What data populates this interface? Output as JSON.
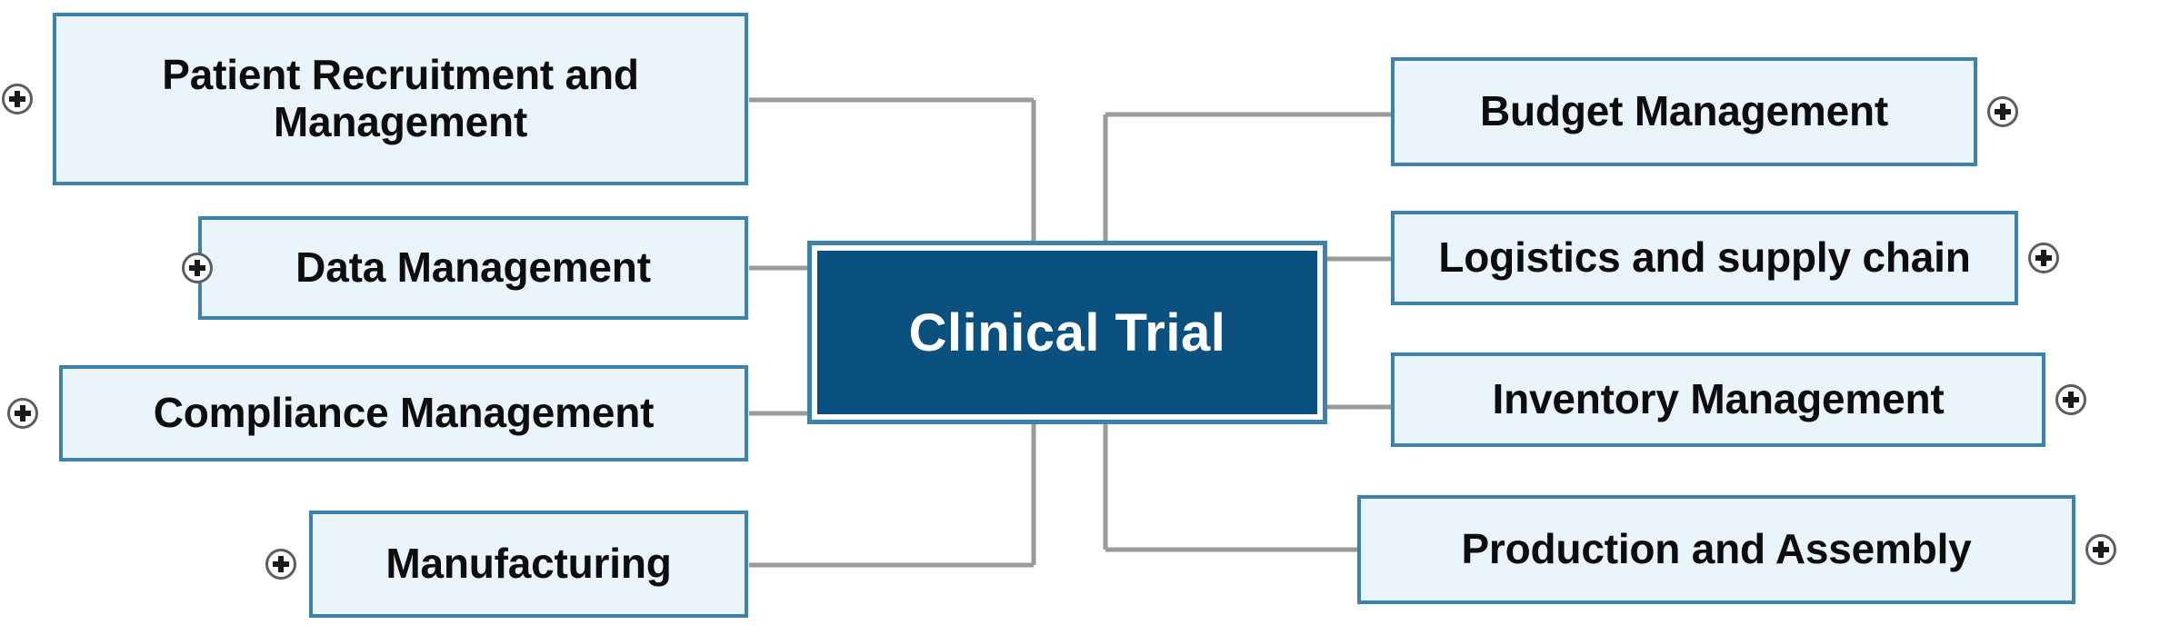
{
  "diagram": {
    "type": "mind-map",
    "title": "Clinical Trial",
    "background_color": "#ffffff",
    "center": {
      "label": "Clinical Trial",
      "fill": "#0b5180",
      "border": "#3d82ab",
      "text_color": "#ffffff"
    },
    "branch_style": {
      "fill": "#eaf4fb",
      "border": "#3d82ab",
      "text_color": "#0d0d0d",
      "connector_color": "#9a9a9a"
    },
    "left_branches": [
      {
        "label": "Patient Recruitment and\nManagement",
        "expand_icon": "plus-circle-icon",
        "font_size": "46px"
      },
      {
        "label": "Data Management",
        "expand_icon": "plus-circle-icon",
        "font_size": "46px"
      },
      {
        "label": "Compliance Management",
        "expand_icon": "plus-circle-icon",
        "font_size": "46px"
      },
      {
        "label": "Manufacturing",
        "expand_icon": "plus-circle-icon",
        "font_size": "46px"
      }
    ],
    "right_branches": [
      {
        "label": "Budget Management",
        "expand_icon": "plus-circle-icon",
        "font_size": "46px"
      },
      {
        "label": "Logistics and supply chain",
        "expand_icon": "plus-circle-icon",
        "font_size": "46px"
      },
      {
        "label": "Inventory Management",
        "expand_icon": "plus-circle-icon",
        "font_size": "46px"
      },
      {
        "label": "Production and Assembly",
        "expand_icon": "plus-circle-icon",
        "font_size": "46px"
      }
    ]
  }
}
